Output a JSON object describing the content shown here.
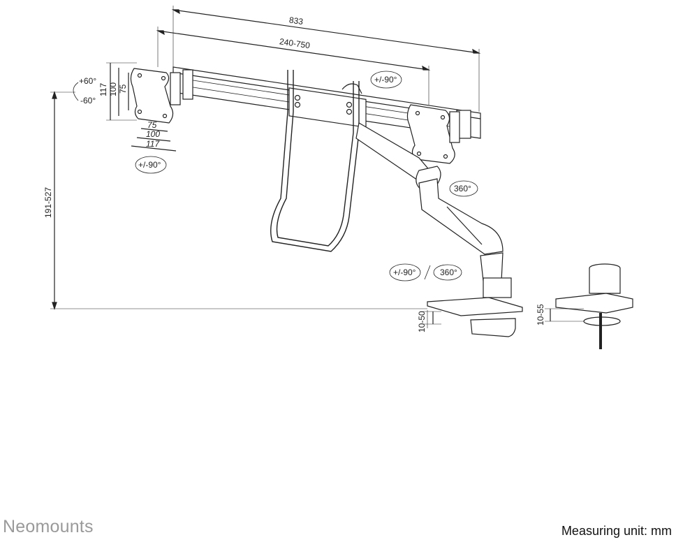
{
  "brand": "Neomounts",
  "unit_note": "Measuring unit: mm",
  "dimensions": {
    "total_width": "833",
    "rail_range": "240-750",
    "height_range": "191-527",
    "clamp_range": "10-50",
    "grommet_range": "10-55",
    "vesa_h1": "117",
    "vesa_h2": "100",
    "vesa_h3": "75",
    "vesa_w1": "75",
    "vesa_w2": "100",
    "vesa_w3": "117"
  },
  "rotations": {
    "tilt_up": "+60°",
    "tilt_down": "-60°",
    "rotate_left_plate": "+/-90°",
    "rotate_right_plate": "+/-90°",
    "swivel_top": "360°",
    "rotate_base": "+/-90°",
    "swivel_base": "360°"
  },
  "colors": {
    "line": "#222222",
    "brand": "#9a9a9a"
  }
}
